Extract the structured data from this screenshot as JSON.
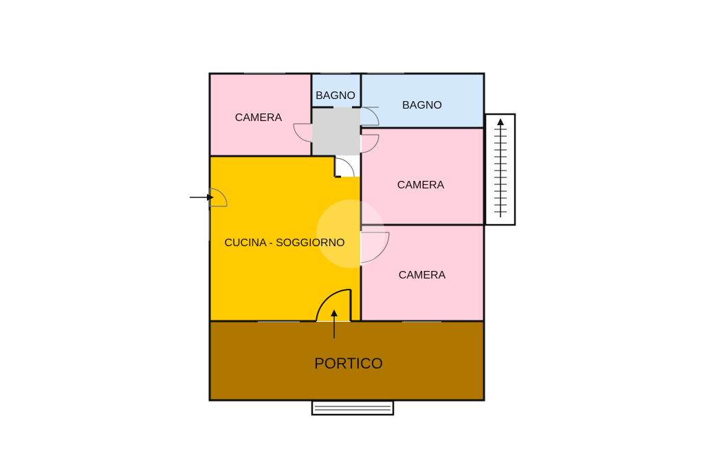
{
  "rooms": {
    "camera_nw": {
      "label": "CAMERA",
      "color": "#ffd1dc"
    },
    "bagno_small": {
      "label": "BAGNO",
      "color": "#d4e8fb"
    },
    "bagno_ne": {
      "label": "BAGNO",
      "color": "#d4e8fb"
    },
    "camera_e": {
      "label": "CAMERA",
      "color": "#ffd1dc"
    },
    "cucina": {
      "label": "CUCINA - SOGGIORNO",
      "color": "#ffca00"
    },
    "camera_se": {
      "label": "CAMERA",
      "color": "#ffd1dc"
    },
    "portico": {
      "label": "PORTICO",
      "color": "#b07700"
    },
    "corridoio": {
      "color": "#d6d6d6"
    }
  },
  "colors": {
    "wall": "#111111"
  }
}
